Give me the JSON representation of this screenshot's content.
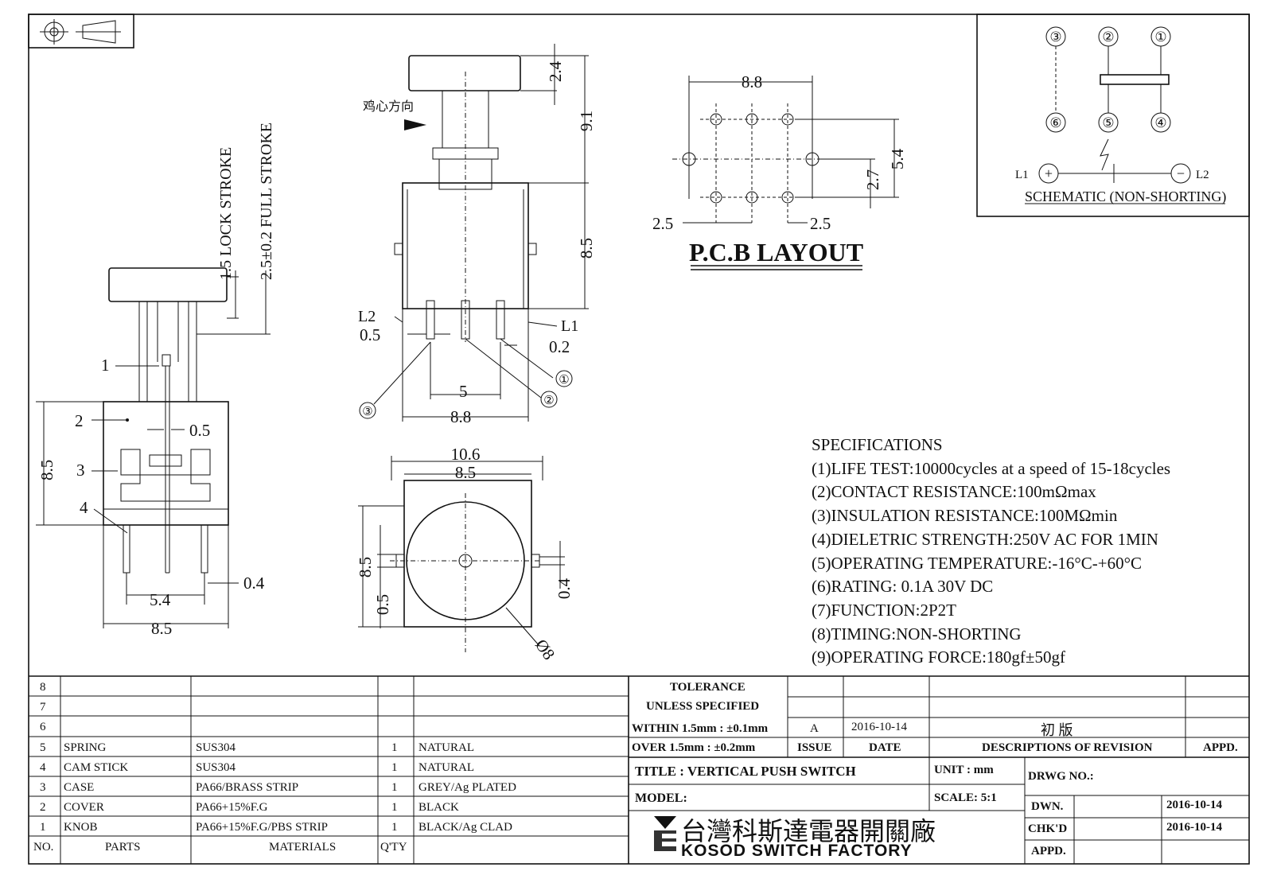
{
  "dimensions": {
    "side_lock_stroke": "1.5 LOCK STROKE",
    "side_full_stroke": "2.5±0.2 FULL STROKE",
    "side_height": "8.5",
    "side_gap": "0.5",
    "side_pin_pitch": "5.4",
    "side_pin_width": "0.4",
    "side_width": "8.5",
    "side_callouts": [
      "1",
      "2",
      "3",
      "4"
    ],
    "front_cap": "2.4",
    "front_top": "9.1",
    "front_body": "8.5",
    "front_pin_a": "0.5",
    "front_pin_b": "0.2",
    "front_pitch": "5",
    "front_width": "8.8",
    "front_l1": "L1",
    "front_l2": "L2",
    "front_direction": "鸡心方向",
    "front_pins": [
      "①",
      "②",
      "③"
    ],
    "bottom_outer": "10.6",
    "bottom_inner": "8.5",
    "bottom_height": "8.5",
    "bottom_small": "0.5",
    "bottom_tab": "0.4",
    "bottom_diameter": "Ø8",
    "pcb_width": "8.8",
    "pcb_height": "5.4",
    "pcb_mid": "2.7",
    "pcb_left": "2.5",
    "pcb_right": "2.5",
    "pcb_title": "P.C.B LAYOUT"
  },
  "schematic": {
    "top_pins": [
      "③",
      "②",
      "①"
    ],
    "bottom_pins": [
      "⑥",
      "⑤",
      "④"
    ],
    "left_lamp": "L1",
    "right_lamp": "L2",
    "plus": "+",
    "minus": "−",
    "title": "SCHEMATIC (NON-SHORTING)"
  },
  "specifications": {
    "heading": "SPECIFICATIONS",
    "items": [
      "(1)LIFE TEST:10000cycles at a speed of 15-18cycles",
      "(2)CONTACT RESISTANCE:100mΩmax",
      "(3)INSULATION RESISTANCE:100MΩmin",
      "(4)DIELETRIC STRENGTH:250V AC FOR 1MIN",
      "(5)OPERATING TEMPERATURE:-16°C-+60°C",
      "(6)RATING: 0.1A 30V DC",
      "(7)FUNCTION:2P2T",
      "(8)TIMING:NON-SHORTING",
      "(9)OPERATING FORCE:180gf±50gf"
    ]
  },
  "parts_table": {
    "headers": {
      "no": "NO.",
      "parts": "PARTS",
      "materials": "MATERIALS",
      "qty": "Q'TY"
    },
    "empty_rows": [
      "8",
      "7",
      "6"
    ],
    "rows": [
      {
        "no": "5",
        "part": "SPRING",
        "material": "SUS304",
        "qty": "1",
        "finish": "NATURAL"
      },
      {
        "no": "4",
        "part": "CAM STICK",
        "material": "SUS304",
        "qty": "1",
        "finish": "NATURAL"
      },
      {
        "no": "3",
        "part": "CASE",
        "material": "PA66/BRASS STRIP",
        "qty": "1",
        "finish": "GREY/Ag PLATED"
      },
      {
        "no": "2",
        "part": "COVER",
        "material": "PA66+15%F.G",
        "qty": "1",
        "finish": "BLACK"
      },
      {
        "no": "1",
        "part": "KNOB",
        "material": "PA66+15%F.G/PBS STRIP",
        "qty": "1",
        "finish": "BLACK/Ag CLAD"
      }
    ]
  },
  "title_block": {
    "tolerance_line1": "TOLERANCE",
    "tolerance_line2": "UNLESS  SPECIFIED",
    "within": "WITHIN 1.5mm : ±0.1mm",
    "over": "OVER 1.5mm : ±0.2mm",
    "rev_issue": "A",
    "rev_date": "2016-10-14",
    "rev_desc": "初  版",
    "issue_label": "ISSUE",
    "date_label": "DATE",
    "desc_label": "DESCRIPTIONS OF REVISION",
    "appd_label": "APPD.",
    "title": "TITLE :  VERTICAL PUSH SWITCH",
    "unit": "UNIT :  mm",
    "model": "MODEL:",
    "scale": "SCALE:  5:1",
    "drwg_no": "DRWG NO.:",
    "dwn_label": "DWN.",
    "dwn_date": "2016-10-14",
    "chkd_label": "CHK'D",
    "chkd_date": "2016-10-14",
    "appd2_label": "APPD.",
    "company_cn": "台灣科斯達電器開關廠",
    "company_en": "KOSOD SWITCH FACTORY"
  }
}
